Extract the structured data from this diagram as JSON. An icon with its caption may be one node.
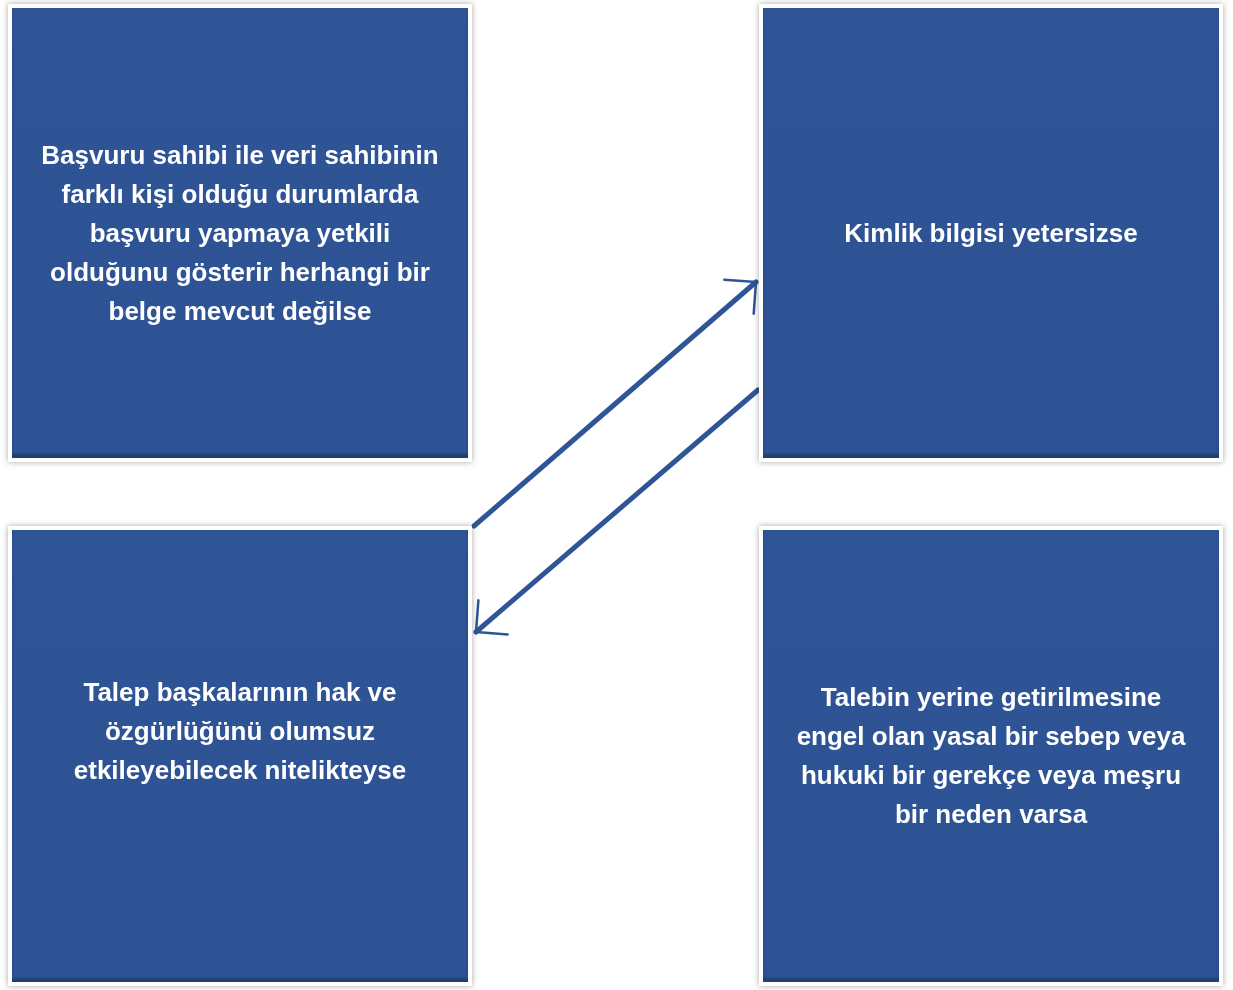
{
  "diagram": {
    "nodes": [
      {
        "text": [
          "Başvuru sahibi ile veri sahibinin farklı kişi olduğu durumlarda başvuru yapmaya yetkili olduğunu gösterir herhangi bir belge mevcut değilse"
        ]
      },
      {
        "text": [
          "Kimlik bilgisi yetersizse"
        ]
      },
      {
        "text": [
          "Talep başkalarının hak ve özgürlüğünü olumsuz etkileyebilecek nitelikteyse"
        ]
      },
      {
        "text": [
          "Talebin yerine getirilmesine engel olan yasal bir sebep veya hukuki bir gerekçe veya meşru bir neden varsa"
        ]
      }
    ],
    "edges": [
      {
        "from": 2,
        "to": 1,
        "arrow": "to"
      },
      {
        "from": 1,
        "to": 2,
        "arrow": "to"
      }
    ]
  }
}
